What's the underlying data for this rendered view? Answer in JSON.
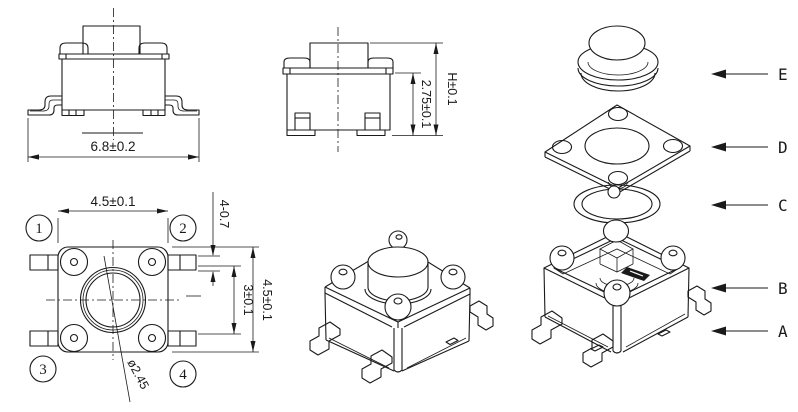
{
  "drawing": {
    "type": "tactile-switch-technical-drawing",
    "colors": {
      "line": "#1a1a1a",
      "background": "#ffffff"
    },
    "front_view": {
      "width_dim": "6.8±0.2"
    },
    "side_view": {
      "body_height_dim": "2.75±0.1",
      "total_height_dim": "H±0.1"
    },
    "top_view": {
      "width_dim": "4.5±0.1",
      "lead_width_dim": "4-0.7",
      "lead_pitch_dim": "3±0.1",
      "depth_dim": "4.5±0.1",
      "stem_diameter_dim": "ø2.45",
      "pin_numbers": [
        "1",
        "2",
        "3",
        "4"
      ]
    },
    "exploded_view": {
      "part_labels": [
        "E",
        "D",
        "C",
        "B",
        "A"
      ]
    }
  }
}
